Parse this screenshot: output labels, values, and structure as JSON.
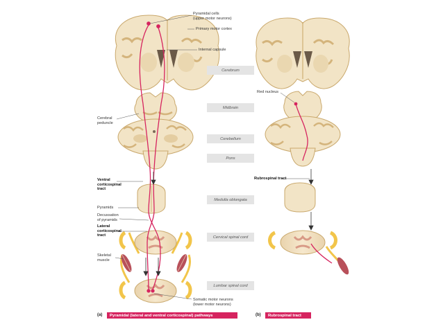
{
  "colors": {
    "brain_tissue": "#f2e4c6",
    "tissue_dark": "#e0c89a",
    "tract_pathway": "#d6245f",
    "nerve_yellow": "#f2c54a",
    "muscle_red": "#b8505a",
    "region_label_bg": "#e4e4e4",
    "caption_box": "#d6245f"
  },
  "panel_a_labels": {
    "pyramidal_cells": "Pyramidal cells\n(upper motor neurons)",
    "primary_motor_cortex": "Primary motor cortex",
    "internal_capsule": "Internal capsule",
    "cerebral_peduncle": "Cerebral\npeduncle",
    "ventral_corticospinal_tract": "Ventral\ncorticospinal\ntract",
    "pyramids": "Pyramids",
    "decussation_of_pyramids": "Decussation\nof pyramids",
    "lateral_corticospinal_tract": "Lateral\ncorticospinal\ntract",
    "skeletal_muscle": "Skeletal\nmuscle",
    "somatic_motor_neurons": "Somatic motor neurons\n(lower motor neurons)"
  },
  "panel_b_labels": {
    "red_nucleus": "Red nucleus",
    "rubrospinal_tract": "Rubrospinal tract"
  },
  "regions": [
    "Cerebrum",
    "Midbrain",
    "Cerebellum",
    "Pons",
    "Medulla oblongata",
    "Cervical spinal cord",
    "Lumbar spinal cord"
  ],
  "captions": {
    "a_letter": "(a)",
    "a_text": "Pyramidal (lateral and ventral corticospinal) pathways",
    "b_letter": "(b)",
    "b_text": "Rubrospinal tract"
  }
}
